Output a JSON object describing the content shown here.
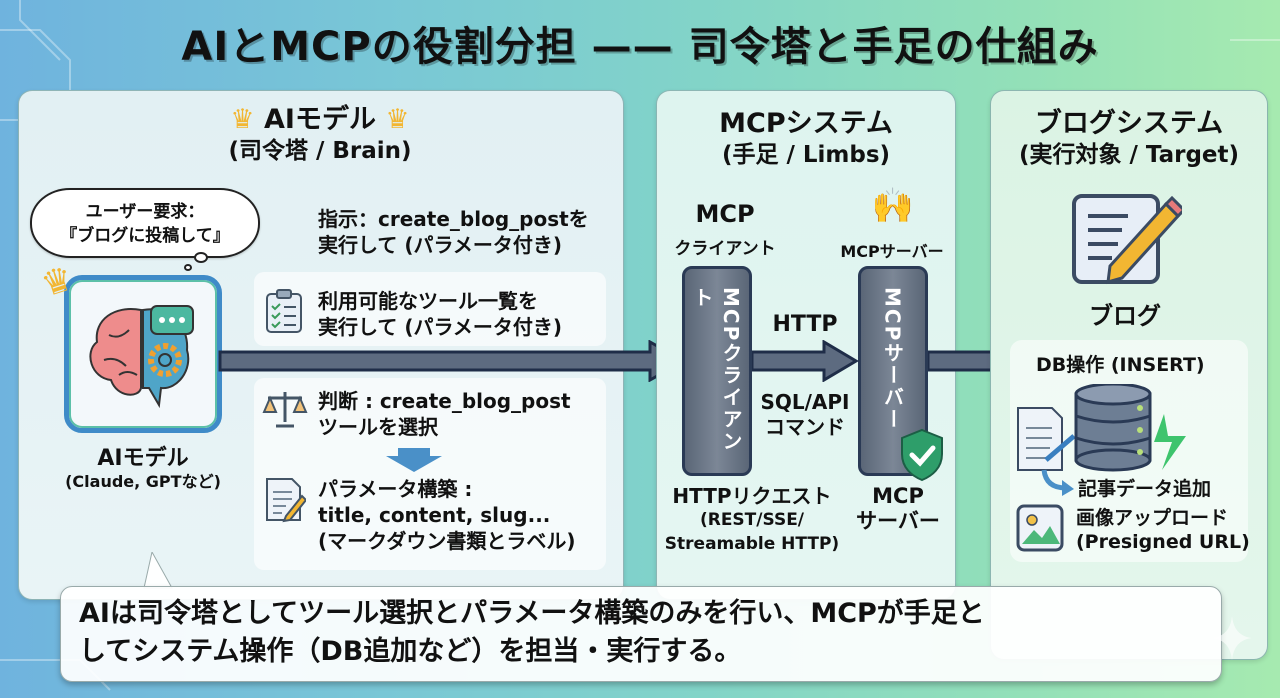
{
  "title": "AIとMCPの役割分担 —— 司令塔と手足の仕組み",
  "panels": {
    "ai": {
      "heading": "AIモデル",
      "subheading": "(司令塔 / Brain)",
      "user_request_line1": "ユーザー要求：",
      "user_request_line2": "『ブログに投稿して』",
      "model_label": "AIモデル",
      "model_sub": "(Claude, GPTなど)",
      "instruction_line1": "指示：create_blog_postを",
      "instruction_line2": "実行して (パラメータ付き)",
      "steps": [
        {
          "icon": "clipboard-checklist-icon",
          "line1": "利用可能なツール一覧を",
          "line2": "実行して (パラメータ付き)"
        },
        {
          "icon": "balance-scale-icon",
          "line1": "判断 : create_blog_post",
          "line2": "ツールを選択"
        },
        {
          "icon": "document-edit-icon",
          "line1": "パラメータ構築 :",
          "line2": "title, content, slug...",
          "line3": "(マークダウン書類とラベル)"
        }
      ]
    },
    "mcp": {
      "heading": "MCPシステム",
      "subheading": "(手足 / Limbs)",
      "client_title": "MCP",
      "client_sub": "クライアント",
      "server_top_label": "MCPサーバー",
      "client_column": "MCPクライアント",
      "server_column": "MCPサーバー",
      "protocol": "HTTP",
      "command_line1": "SQL/API",
      "command_line2": "コマンド",
      "request_line1": "HTTPリクエスト",
      "request_line2": "(REST/SSE/",
      "request_line3": "Streamable HTTP)",
      "server_bottom_line1": "MCP",
      "server_bottom_line2": "サーバー"
    },
    "blog": {
      "heading": "ブログシステム",
      "subheading": "(実行対象 / Target)",
      "blog_label": "ブログ",
      "db_op": "DB操作 (INSERT)",
      "add_article": "記事データ追加",
      "upload_line1": "画像アップロード",
      "upload_line2": "(Presigned URL)"
    }
  },
  "summary": {
    "line1": "AIは司令塔としてツール選択とパラメータ構築のみを行い、MCPが手足と",
    "line2": "してシステム操作（DB追加など）を担当・実行する。"
  },
  "colors": {
    "arrow_fill": "#5d6b80",
    "arrow_stroke": "#1f2d48",
    "column_border": "#2a3a55",
    "shield": "#2e9e6a",
    "crown": "#f2b632"
  }
}
